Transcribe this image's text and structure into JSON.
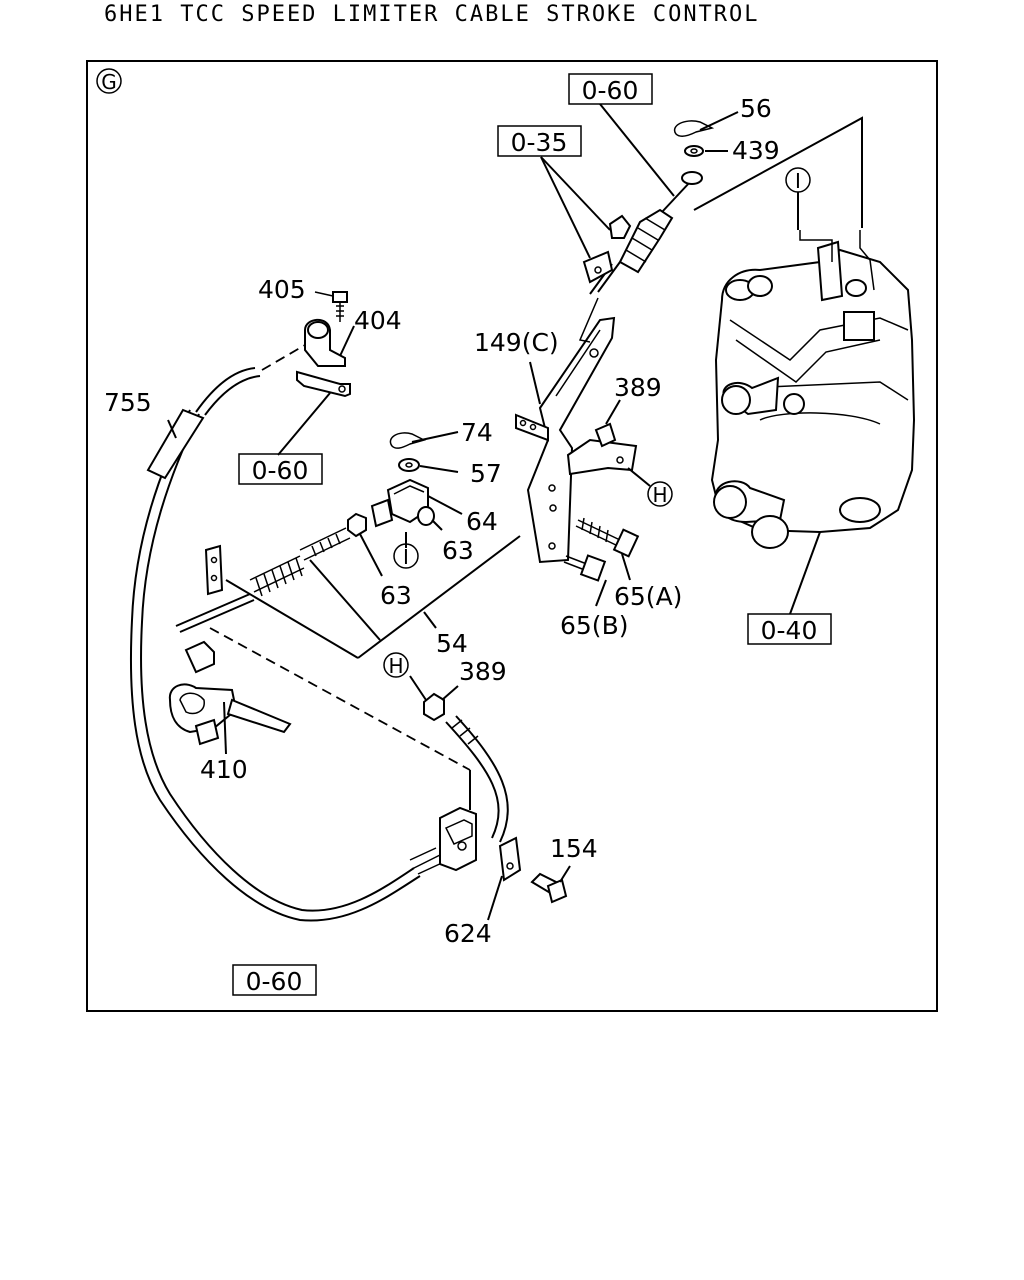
{
  "page": {
    "title": "6HE1 TCC SPEED LIMITER CABLE STROKE CONTROL"
  },
  "view_marker": "G",
  "boxed_refs": {
    "top": "0-60",
    "upper": "0-35",
    "left_bracket": "0-60",
    "pump": "0-40",
    "bottom": "0-60"
  },
  "callouts": {
    "c56": "56",
    "c439": "439",
    "c405": "405",
    "c404": "404",
    "c149c": "149(C)",
    "c389a": "389",
    "c755": "755",
    "c74": "74",
    "c57": "57",
    "c64": "64",
    "c63a": "63",
    "c63b": "63",
    "c65a": "65(A)",
    "c65b": "65(B)",
    "c54": "54",
    "c389b": "389",
    "c410": "410",
    "c154": "154",
    "c624": "624"
  },
  "circle_markers": {
    "i_top": "I",
    "i_mid": "I",
    "h_right": "H",
    "h_mid": "H"
  }
}
